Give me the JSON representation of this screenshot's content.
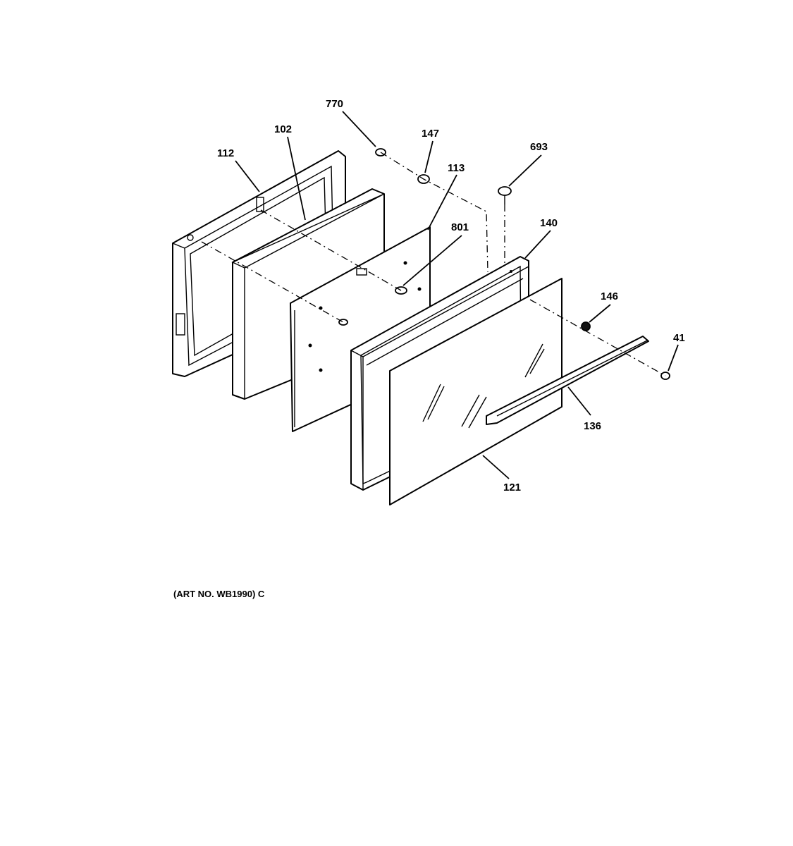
{
  "diagram": {
    "caption": "(ART NO. WB1990) C",
    "callouts": {
      "p770": "770",
      "p102": "102",
      "p147": "147",
      "p112": "112",
      "p113": "113",
      "p693": "693",
      "p801": "801",
      "p140": "140",
      "p146": "146",
      "p41": "41",
      "p136": "136",
      "p121": "121"
    }
  }
}
